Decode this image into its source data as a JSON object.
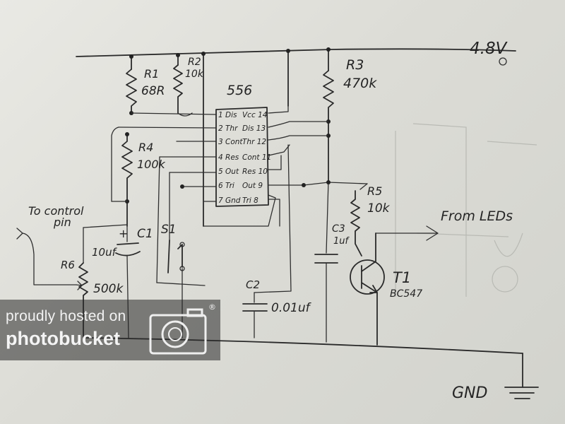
{
  "chip_label": "556",
  "supply_label": "4.8V",
  "ground_label": "GND",
  "parts": {
    "r1": {
      "name": "R1",
      "value": "68R"
    },
    "r2": {
      "name": "R2",
      "value": "10k"
    },
    "r3": {
      "name": "R3",
      "value": "470k"
    },
    "r4": {
      "name": "R4",
      "value": "100k"
    },
    "r5": {
      "name": "R5",
      "value": "10k"
    },
    "r6": {
      "name": "R6",
      "value": "500k"
    },
    "c1": {
      "name": "C1",
      "value": "10uf"
    },
    "c2": {
      "name": "C2",
      "value": "0.01uf"
    },
    "c3": {
      "name": "C3",
      "value": "1uf"
    },
    "s1": {
      "name": "S1"
    },
    "t1": {
      "name": "T1",
      "value": "BC547"
    }
  },
  "pins_left": [
    "1 Dis",
    "2 Thr",
    "3 Cont",
    "4 Res",
    "5 Out",
    "6 Tri",
    "7 Gnd"
  ],
  "pins_right": [
    "Vcc 14",
    "Dis 13",
    "Thr 12",
    "Cont 11",
    "Res 10",
    "Out 9",
    "Tri 8"
  ],
  "annotations": {
    "control_pin_1": "To control",
    "control_pin_2": "pin",
    "from_leds": "From LEDs"
  },
  "watermark": {
    "line1": "proudly hosted on",
    "line2": "photobucket",
    "reg": "®"
  }
}
